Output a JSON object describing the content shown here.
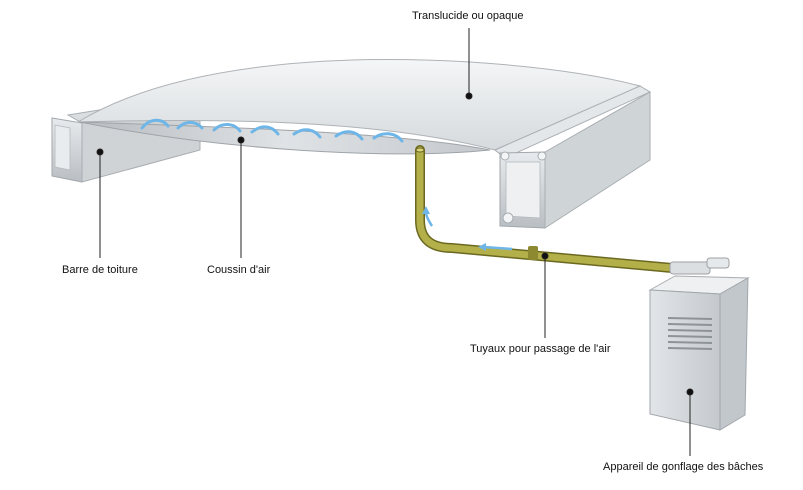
{
  "diagram": {
    "labels": {
      "translucent": "Translucide ou opaque",
      "roof_bar": "Barre de toiture",
      "air_cushion": "Coussin d'air",
      "air_pipe": "Tuyaux pour passage de l'air",
      "inflation_device": "Appareil de gonflage des bâches"
    },
    "colors": {
      "airflow": "#6fb6e8",
      "pipe": "#9c9a3c",
      "profile": "#dfe3e6",
      "leader": "#222222"
    }
  }
}
